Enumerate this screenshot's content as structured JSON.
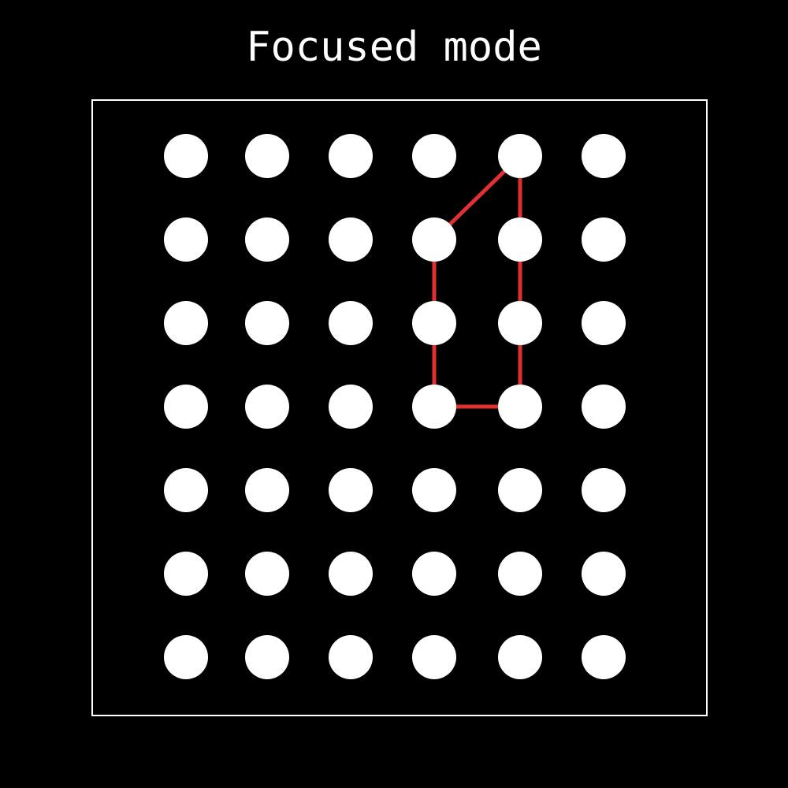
{
  "title": "Focused mode",
  "colors": {
    "background": "#000000",
    "dot": "#ffffff",
    "frame": "#ffffff",
    "path": "#e03030"
  },
  "grid": {
    "columns": 6,
    "rows": 7
  },
  "path": {
    "closed": true,
    "cells": [
      [
        4,
        0
      ],
      [
        4,
        1
      ],
      [
        4,
        2
      ],
      [
        4,
        3
      ],
      [
        3,
        3
      ],
      [
        3,
        2
      ],
      [
        3,
        1
      ]
    ]
  }
}
